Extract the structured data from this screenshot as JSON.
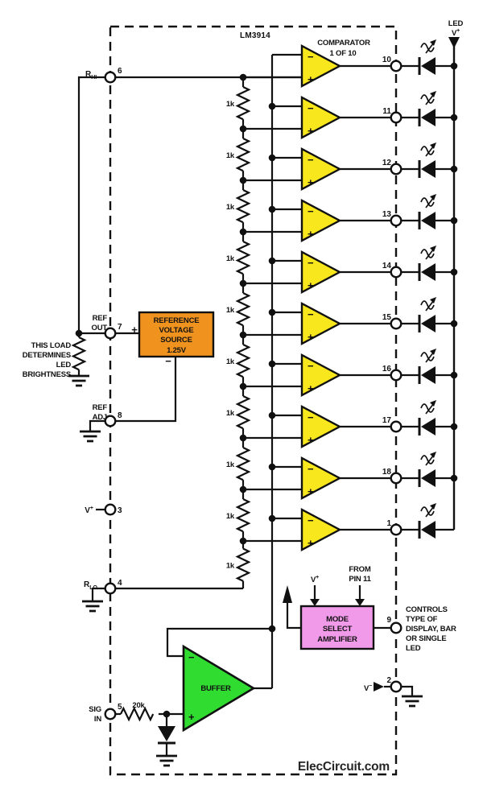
{
  "title": "LM3914 dot/bar LED driver schematic",
  "ic_label": "LM3914",
  "comparator": {
    "title1": "COMPARATOR",
    "title2": "1 OF 10",
    "minus": "−",
    "plus": "+"
  },
  "right_pins": [
    "10",
    "11",
    "12",
    "13",
    "14",
    "15",
    "16",
    "17",
    "18",
    "1"
  ],
  "ladder_values": [
    "1k",
    "1k",
    "1k",
    "1k",
    "1k",
    "1k",
    "1k",
    "1k",
    "1k",
    "1k"
  ],
  "led_rail": {
    "line1": "LED",
    "main": "V",
    "sup": "+"
  },
  "left_pins": {
    "rhi": {
      "main": "R",
      "sub": "HI",
      "num": "6"
    },
    "refout": {
      "line1": "REF",
      "line2": "OUT",
      "num": "7"
    },
    "refadj": {
      "line1": "REF",
      "line2": "ADJ",
      "num": "8"
    },
    "vplus": {
      "main": "V",
      "sup": "+",
      "num": "3"
    },
    "rlo": {
      "main": "R",
      "sub": "LO",
      "num": "4"
    },
    "sigin": {
      "line1": "SIG",
      "line2": "IN",
      "num": "5"
    }
  },
  "ref_box": {
    "line1": "REFERENCE",
    "line2": "VOLTAGE",
    "line3": "SOURCE",
    "line4": "1.25V",
    "plus": "+",
    "minus": "−"
  },
  "load_note": {
    "line1": "THIS LOAD",
    "line2": "DETERMINES",
    "line3": "LED",
    "line4": "BRIGHTNESS"
  },
  "buffer": {
    "label": "BUFFER",
    "minus": "−",
    "plus": "+"
  },
  "r20k": "20k",
  "mode_box": {
    "line1": "MODE",
    "line2": "SELECT",
    "line3": "AMPLIFIER",
    "vplus_main": "V",
    "vplus_sup": "+",
    "from1": "FROM",
    "from2": "PIN 11",
    "pin": "9"
  },
  "controls_note": {
    "line1": "CONTROLS",
    "line2": "TYPE OF",
    "line3": "DISPLAY, BAR",
    "line4": "OR SINGLE",
    "line5": "LED"
  },
  "vminus": {
    "main": "V",
    "sup": "−",
    "num": "2"
  },
  "watermark": "ElecCircuit.com",
  "colors": {
    "comparator_fill": "#f8e71c",
    "reference_fill": "#f0921e",
    "buffer_fill": "#30dc30",
    "mode_fill": "#f19ae9",
    "wire": "#111111",
    "background": "#ffffff"
  }
}
